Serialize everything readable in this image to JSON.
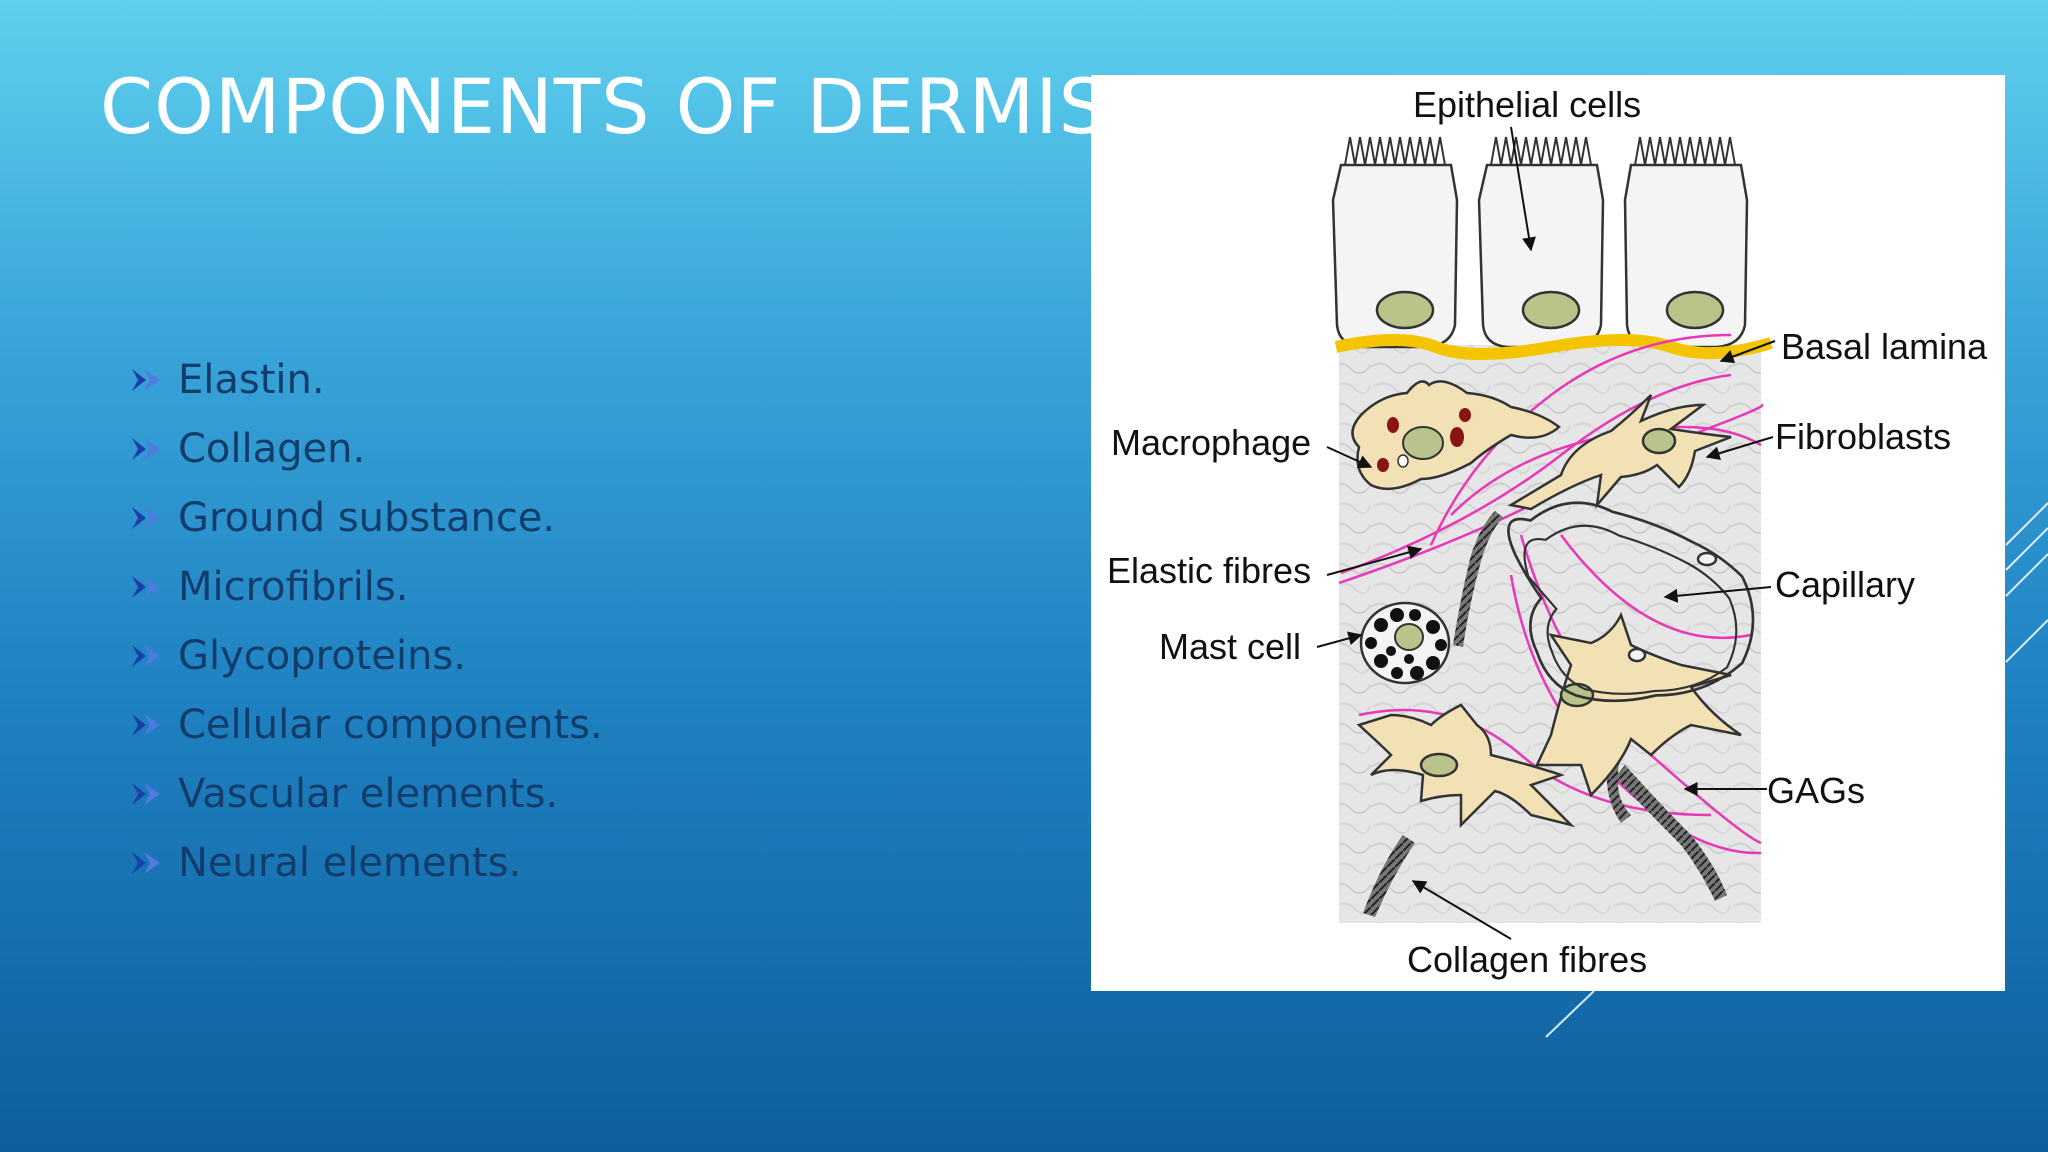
{
  "slide": {
    "title": "COMPONENTS OF DERMIS",
    "bullets": [
      "Elastin.",
      "Collagen.",
      "Ground substance.",
      "Microfibrils.",
      "Glycoproteins.",
      "Cellular components.",
      "Vascular elements.",
      "Neural elements."
    ]
  },
  "diagram": {
    "labels": {
      "epithelial_cells": "Epithelial cells",
      "basal_lamina": "Basal lamina",
      "macrophage": "Macrophage",
      "fibroblasts": "Fibroblasts",
      "elastic_fibres": "Elastic fibres",
      "capillary": "Capillary",
      "mast_cell": "Mast cell",
      "gags": "GAGs",
      "collagen_fibres": "Collagen fibres"
    }
  },
  "colors": {
    "title": "#ffffff",
    "bullet_text": "#123d6b",
    "bullet_icon": "#1b3fa8",
    "basal_lamina": "#f5c400",
    "elastic_fibre": "#e838b8",
    "cell_fill": "#f1e1b4",
    "nucleus": "#b8c48a"
  }
}
